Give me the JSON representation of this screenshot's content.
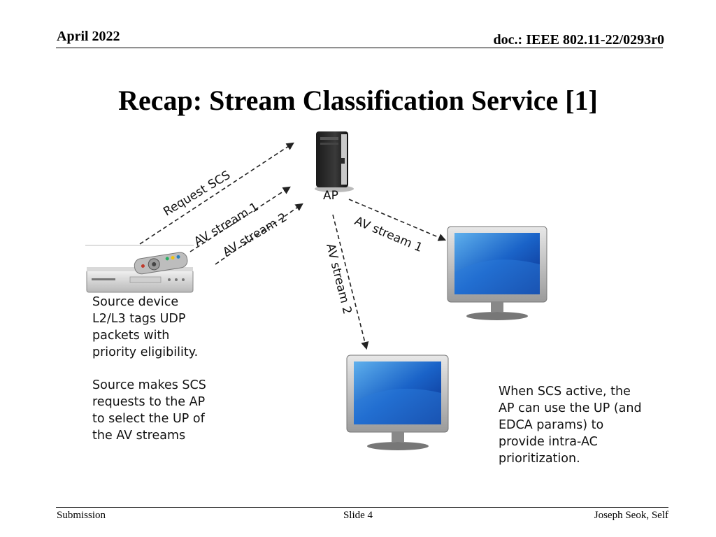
{
  "header": {
    "date": "April 2022",
    "doc_id": "doc.: IEEE 802.11-22/0293r0"
  },
  "title": "Recap: Stream Classification Service [1]",
  "diagram": {
    "ap_label": "AP",
    "arrows": {
      "request_scs": "Request SCS",
      "src_stream_1": "AV stream 1",
      "src_stream_2": "AV stream 2",
      "ap_to_right_tv": "AV stream 1",
      "ap_to_bottom_tv": "AV stream 2"
    },
    "source_notes": [
      "Source device\nL2/L3 tags UDP\npackets with\npriority eligibility.",
      "Source makes SCS\nrequests to the AP\nto select the UP of\nthe AV streams"
    ],
    "ap_note": "When SCS active, the\nAP can use the UP (and\nEDCA params) to\nprovide intra-AC\nprioritization."
  },
  "footer": {
    "left": "Submission",
    "center": "Slide 4",
    "right": "Joseph Seok, Self"
  }
}
